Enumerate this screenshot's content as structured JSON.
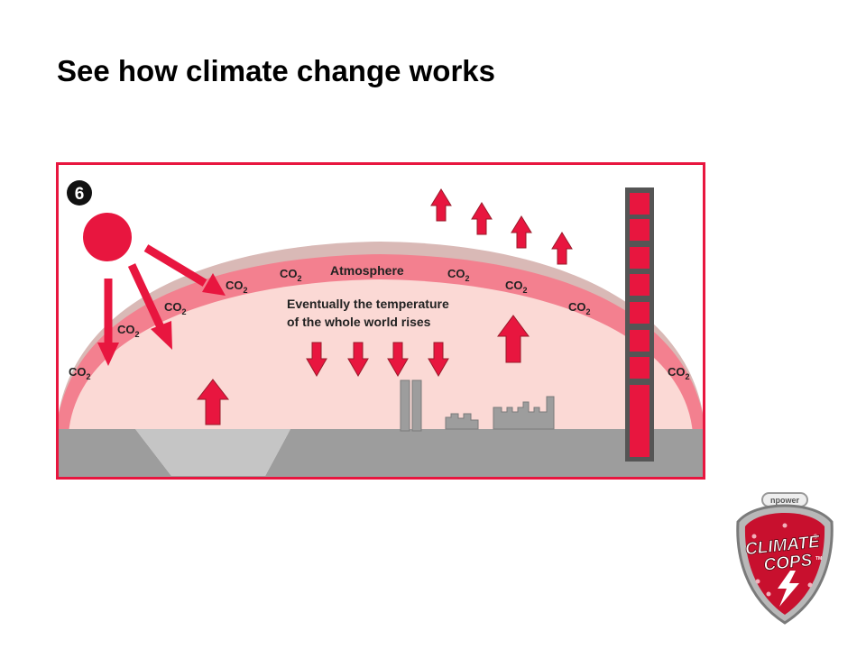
{
  "slide": {
    "title": "See how climate change works"
  },
  "diagram": {
    "step_number": "6",
    "atmosphere_label": "Atmosphere",
    "gas_label": "CO",
    "gas_subscript": "2",
    "caption_line1": "Eventually the temperature",
    "caption_line2": "of the whole world rises",
    "colors": {
      "frame": "#e8163f",
      "accent_red": "#e8163f",
      "atmosphere_band": "#f3808f",
      "inner_sky": "#fbd9d5",
      "ground": "#9d9d9d",
      "thermometer": "#555555"
    }
  },
  "logo": {
    "brand": "npower",
    "line1": "CLIMATE",
    "line2": "COPS",
    "tm": "TM"
  }
}
